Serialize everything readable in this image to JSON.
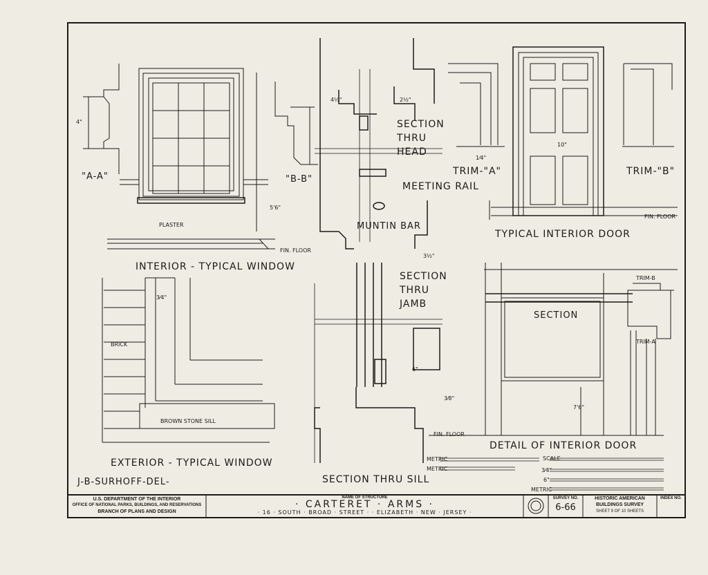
{
  "drawing_labels": {
    "section_a": "\"A-A\"",
    "section_b": "\"B-B\"",
    "plaster": "PLASTER",
    "fin_floor_1": "FIN. FLOOR",
    "fin_floor_2": "FIN. FLOOR",
    "fin_floor_3": "FIN. FLOOR",
    "interior_window": "INTERIOR - TYPICAL WINDOW",
    "section_thru_head": "SECTION THRU HEAD",
    "meeting_rail": "MEETING RAIL",
    "muntin_bar": "MUNTIN BAR",
    "section_thru_jamb": "SECTION THRU JAMB",
    "trim_a": "TRIM-\"A\"",
    "trim_b": "TRIM-\"B\"",
    "typical_interior_door": "TYPICAL INTERIOR DOOR",
    "brick": "BRICK",
    "brown_stone_sill": "BROWN STONE SILL",
    "exterior_window": "EXTERIOR - TYPICAL WINDOW",
    "section_thru_sill": "SECTION THRU SILL",
    "section": "SECTION",
    "trim_b_detail": "TRIM-B",
    "trim_a_detail": "TRIM-A",
    "detail_interior_door": "DETAIL OF INTERIOR DOOR",
    "delineator": "J-B-SURHOFF-DEL-"
  },
  "dimensions": {
    "d4": "4\"",
    "d3_4": "3⁄4\"",
    "d4_half": "4½\"",
    "d2_half": "2½\"",
    "d6": "6\"",
    "d3_half": "3½\"",
    "d1_4": "1⁄4\"",
    "d10": "10\"",
    "d7_6": "7'6\"",
    "d3_8": "3⁄8\"",
    "d5_6": "5'6\""
  },
  "scale_labels": {
    "metric": "METRIC",
    "scale": "SCALE",
    "inch_3": "3⁄4\"",
    "inch_6": "6\""
  },
  "title_block": {
    "agency_1": "U.S. DEPARTMENT OF THE INTERIOR",
    "agency_2": "OFFICE OF NATIONAL PARKS, BUILDINGS, AND RESERVATIONS",
    "agency_3": "BRANCH OF PLANS AND DESIGN",
    "name_caption": "NAME OF STRUCTURE",
    "structure_name": "· CARTERET · ARMS ·",
    "address": "· 16 · SOUTH · BROAD · STREET · · ELIZABETH · NEW · JERSEY ·",
    "survey_caption": "SURVEY NO.",
    "survey_no": "6-66",
    "habs_1": "HISTORIC AMERICAN",
    "habs_2": "BUILDINGS SURVEY",
    "sheet": "SHEET 9 OF 10 SHEETS",
    "index_caption": "INDEX NO."
  }
}
